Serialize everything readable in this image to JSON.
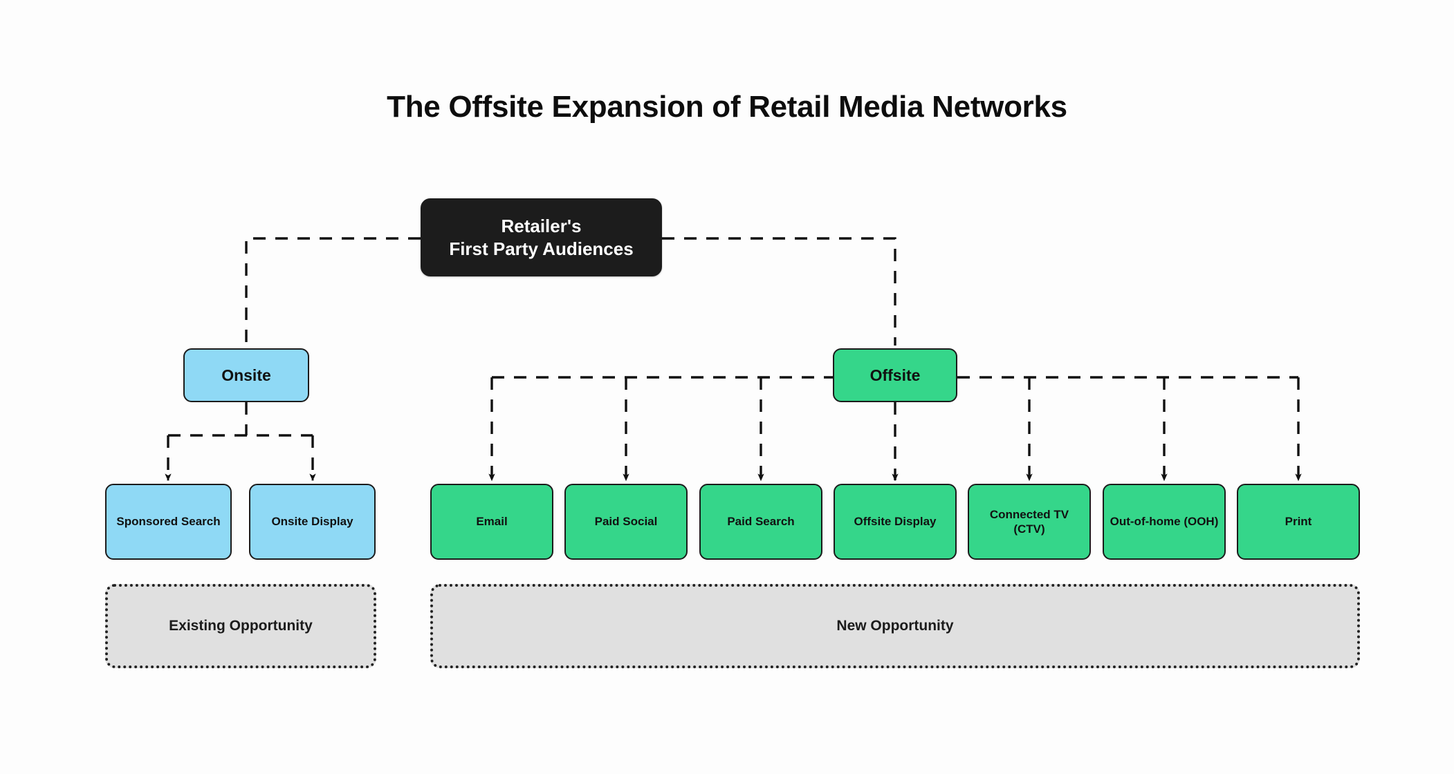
{
  "title": "The Offsite Expansion of Retail Media Networks",
  "colors": {
    "root_fill": "#1c1c1c",
    "root_text": "#ffffff",
    "onsite_fill": "#8fd9f5",
    "offsite_fill": "#35d68a",
    "group_fill": "#e0e0e0",
    "stroke": "#111111",
    "background": "#fdfdfd"
  },
  "root": {
    "line1": "Retailer's",
    "line2": "First Party Audiences"
  },
  "categories": [
    {
      "id": "onsite",
      "label": "Onsite",
      "color": "blue"
    },
    {
      "id": "offsite",
      "label": "Offsite",
      "color": "green"
    }
  ],
  "onsite_channels": [
    {
      "label": "Sponsored Search"
    },
    {
      "label": "Onsite Display"
    }
  ],
  "offsite_channels": [
    {
      "label": "Email"
    },
    {
      "label": "Paid Social"
    },
    {
      "label": "Paid Search"
    },
    {
      "label": "Offsite Display"
    },
    {
      "label": "Connected TV (CTV)"
    },
    {
      "label": "Out-of-home (OOH)"
    },
    {
      "label": "Print"
    }
  ],
  "groups": [
    {
      "id": "existing",
      "label": "Existing Opportunity"
    },
    {
      "id": "new",
      "label": "New Opportunity"
    }
  ]
}
